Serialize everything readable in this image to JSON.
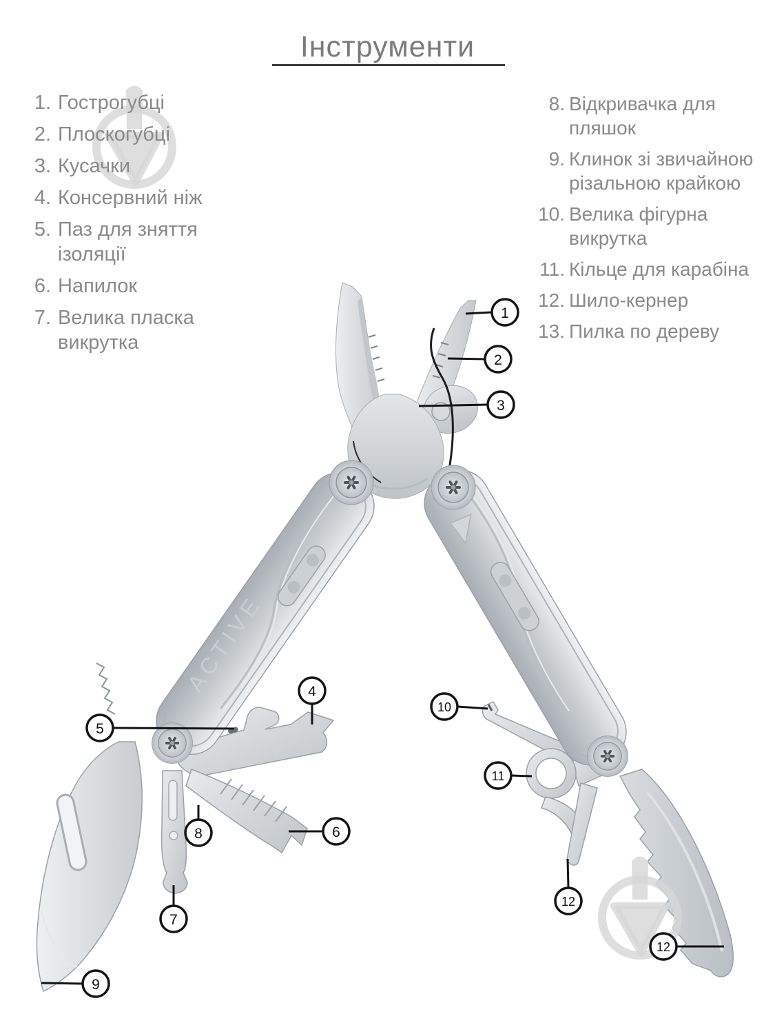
{
  "title": "Інструменти",
  "brand_engraving": "ACTIVE",
  "left_list": [
    {
      "num": "1.",
      "label": "Гострогубці"
    },
    {
      "num": "2.",
      "label": "Плоскогубці"
    },
    {
      "num": "3.",
      "label": "Кусачки"
    },
    {
      "num": "4.",
      "label": "Консервний ніж"
    },
    {
      "num": "5.",
      "label": "Паз для зняття ізоляції"
    },
    {
      "num": "6.",
      "label": "Напилок"
    },
    {
      "num": "7.",
      "label": "Велика пласка викрутка"
    }
  ],
  "right_list": [
    {
      "num": "8.",
      "label": "Відкривачка для пляшок"
    },
    {
      "num": "9.",
      "label": "Клинок зі звичайною різальною крайкою"
    },
    {
      "num": "10.",
      "label": "Велика фігурна викрутка"
    },
    {
      "num": "11.",
      "label": "Кільце для карабіна"
    },
    {
      "num": "12.",
      "label": "Шило-кернер"
    },
    {
      "num": "13.",
      "label": "Пилка по дереву"
    }
  ],
  "callouts": [
    "1",
    "2",
    "3",
    "4",
    "5",
    "6",
    "7",
    "8",
    "9",
    "10",
    "11",
    "12",
    "12"
  ],
  "colors": {
    "list_text": "#8a8a8a",
    "title_text": "#7b7b7b",
    "title_rule": "#3b3b3b",
    "callout_stroke": "#141414",
    "watermark": "#d7d7d7",
    "steel_light": "#eceeef",
    "steel_dark": "#a8aeb4"
  }
}
